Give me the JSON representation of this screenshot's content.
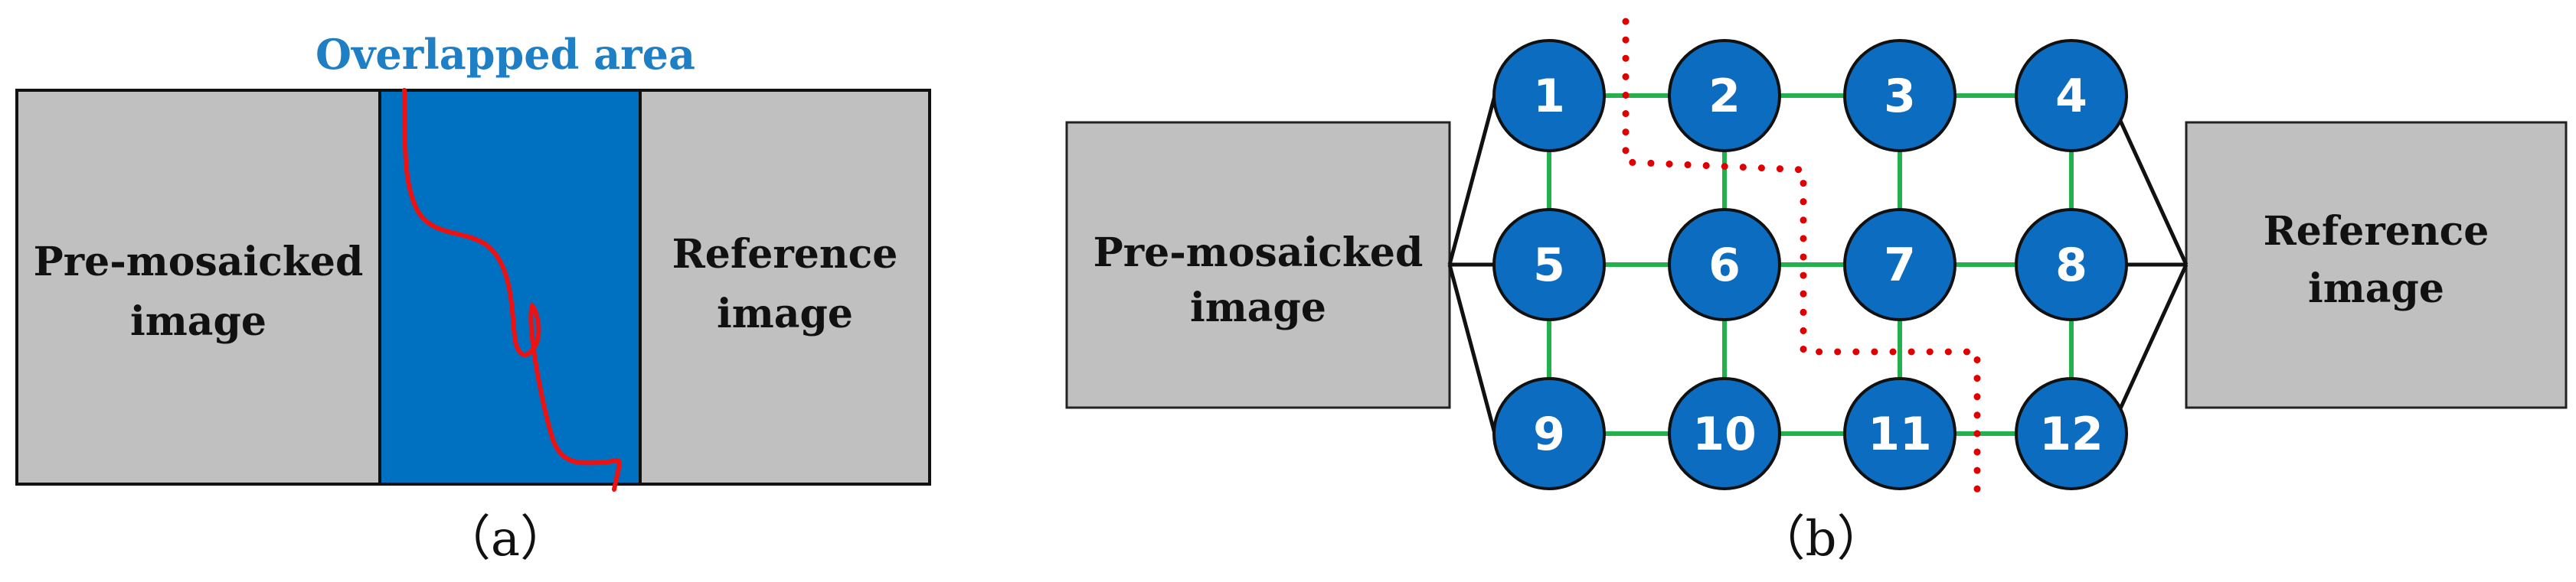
{
  "panel_a": {
    "overlap_label": "Overlapped area",
    "left_box": {
      "line1": "Pre-mosaicked",
      "line2": "image"
    },
    "right_box": {
      "line1": "Reference",
      "line2": "image"
    },
    "caption": "（a）"
  },
  "panel_b": {
    "left_box": {
      "line1": "Pre-mosaicked",
      "line2": "image"
    },
    "right_box": {
      "line1": "Reference",
      "line2": "image"
    },
    "caption": "（b）",
    "nodes": [
      "1",
      "2",
      "3",
      "4",
      "5",
      "6",
      "7",
      "8",
      "9",
      "10",
      "11",
      "12"
    ]
  },
  "colors": {
    "box_fill": "#c0c0c0",
    "overlap_fill": "#0070c0",
    "node_fill": "#0b6cc0",
    "edge_green": "#22b14c",
    "seam_red": "#ee1111",
    "cut_dots": "#e00000"
  }
}
